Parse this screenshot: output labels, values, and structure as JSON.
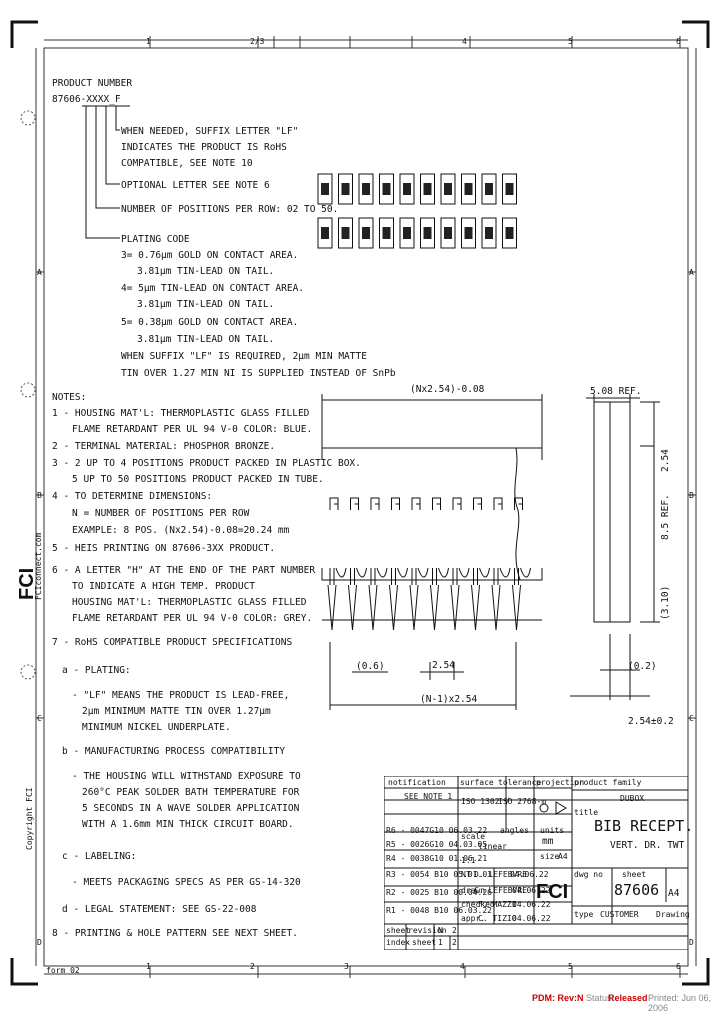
{
  "border": {
    "top_zones": [
      "1",
      "2/3",
      "4",
      "5",
      "6"
    ],
    "bottom_zones": [
      "1",
      "2",
      "3",
      "4",
      "5",
      "6"
    ],
    "left_zones": [
      "A",
      "B",
      "C",
      "D"
    ],
    "right_zones": [
      "A",
      "B",
      "C",
      "D"
    ],
    "form_ref": "form 02"
  },
  "product_number": {
    "heading": "PRODUCT NUMBER",
    "code": "87606-XXXX_F",
    "items": [
      "WHEN NEEDED, SUFFIX LETTER \"LF\"",
      "INDICATES THE PRODUCT IS RoHS",
      "COMPATIBLE, SEE NOTE 10",
      "OPTIONAL LETTER SEE NOTE 6",
      "NUMBER OF POSITIONS PER ROW: 02 TO 50.",
      "PLATING CODE",
      "3= 0.76μm GOLD ON CONTACT AREA.",
      "3.81μm TIN-LEAD ON TAIL.",
      "4= 5μm TIN-LEAD ON CONTACT AREA.",
      "3.81μm TIN-LEAD ON TAIL.",
      "5= 0.38μm GOLD ON CONTACT AREA.",
      "3.81μm TIN-LEAD ON TAIL.",
      "WHEN SUFFIX \"LF\" IS REQUIRED, 2μm MIN MATTE",
      "TIN OVER 1.27 MIN NI IS SUPPLIED INSTEAD OF SnPb"
    ]
  },
  "notes": {
    "heading": "NOTES:",
    "lines": [
      "1 - HOUSING MAT'L: THERMOPLASTIC GLASS FILLED",
      "FLAME RETARDANT PER UL 94 V-0 COLOR: BLUE.",
      "2 - TERMINAL MATERIAL: PHOSPHOR BRONZE.",
      "3 - 2 UP TO 4 POSITIONS PRODUCT PACKED IN PLASTIC BOX.",
      "5 UP TO 50 POSITIONS PRODUCT PACKED IN TUBE.",
      "4 - TO DETERMINE DIMENSIONS:",
      "N = NUMBER OF POSITIONS PER ROW",
      "EXAMPLE: 8 POS. (Nx2.54)-0.08=20.24 mm",
      "5 - HEIS PRINTING ON 87606-3XX PRODUCT.",
      "6 - A LETTER \"H\" AT THE END OF THE PART NUMBER",
      "TO INDICATE A HIGH TEMP. PRODUCT",
      "HOUSING MAT'L: THERMOPLASTIC GLASS FILLED",
      "FLAME RETARDANT PER UL 94 V-0 COLOR: GREY.",
      "7 - RoHS COMPATIBLE PRODUCT SPECIFICATIONS",
      "a - PLATING:",
      "- \"LF\" MEANS THE PRODUCT IS LEAD-FREE,",
      "2μm MINIMUM MATTE TIN OVER 1.27μm",
      "MINIMUM NICKEL UNDERPLATE.",
      "b - MANUFACTURING PROCESS COMPATIBILITY",
      "- THE HOUSING WILL WITHSTAND EXPOSURE TO",
      "260°C PEAK SOLDER BATH TEMPERATURE FOR",
      "5 SECONDS IN A WAVE SOLDER APPLICATION",
      "WITH A 1.6mm MIN THICK CIRCUIT BOARD.",
      "c - LABELING:",
      "- MEETS PACKAGING SPECS AS PER GS-14-320",
      "d - LEGAL STATEMENT: SEE GS-22-008",
      "8 - PRINTING & HOLE PATTERN SEE NEXT SHEET."
    ]
  },
  "dimensions": {
    "top_width": "(Nx2.54)-0.08",
    "side_ref": "5.08 REF.",
    "side_small": "2.54",
    "height": "8.5 REF.",
    "tail_len": "(3.10)",
    "left_offset": "(0.6)",
    "pitch": "2.54",
    "right_offset": "(0.2)",
    "bottom_width": "(N-1)x2.54",
    "bottom_side": "2.54±0.2"
  },
  "side_label": {
    "brand": "FCI",
    "website": "FCIconnect.com",
    "copyright": "Copyright FCI"
  },
  "title_block": {
    "left_header": [
      "notification",
      "SEE NOTE 1"
    ],
    "col_headers": [
      "surface",
      "tolerance",
      "projection",
      "product family"
    ],
    "surface_val": "ISO 1302 √",
    "tolerance_val": "ISO 2768-m",
    "product_family": "DUBOX",
    "revisions": [
      "R6 - 0047G10  06.03.22",
      "R5 - 0026G10  04.03.05",
      "R4 - 0038G10  01.06.21",
      "R3 - 0054 B10  05.01.03",
      "R2 - 0025 B10  00.04.26",
      "R1 - 0048 B10  06.03.22"
    ],
    "rev_cells": [
      "scale",
      "linear",
      "units",
      "mm",
      "angles",
      "size",
      "A4",
      "1:1",
      "NT",
      "D. LEFEBVRE",
      "04.06.22"
    ],
    "roles": [
      "drawn",
      "checked",
      "appr.",
      "C. LEFEBVRE",
      "F. MAZZI",
      "C. TIZIO",
      "04.06.22",
      "04.06.22",
      "04.06.22"
    ],
    "title_label": "title",
    "title_line1": "BIB RECEPT.",
    "title_line2": "VERT. DR. TWT",
    "dwg_label": "dwg no",
    "sheet_label": "sheet",
    "dwg_no": "87606",
    "size": "A4",
    "type_label": "type",
    "type_val": "CUSTOMER",
    "drawing_label": "Drawing",
    "footer": [
      "sheet",
      "revision",
      "index",
      "sheet",
      "1",
      "2",
      "N",
      "2"
    ]
  },
  "status_bar": {
    "pdm": "PDM: Rev:N",
    "status_label": "Status:",
    "status_value": "Released",
    "printed": "Printed: Jun 06, 2006"
  },
  "colors": {
    "ink": "#111111",
    "status_red": "#cc0000"
  }
}
